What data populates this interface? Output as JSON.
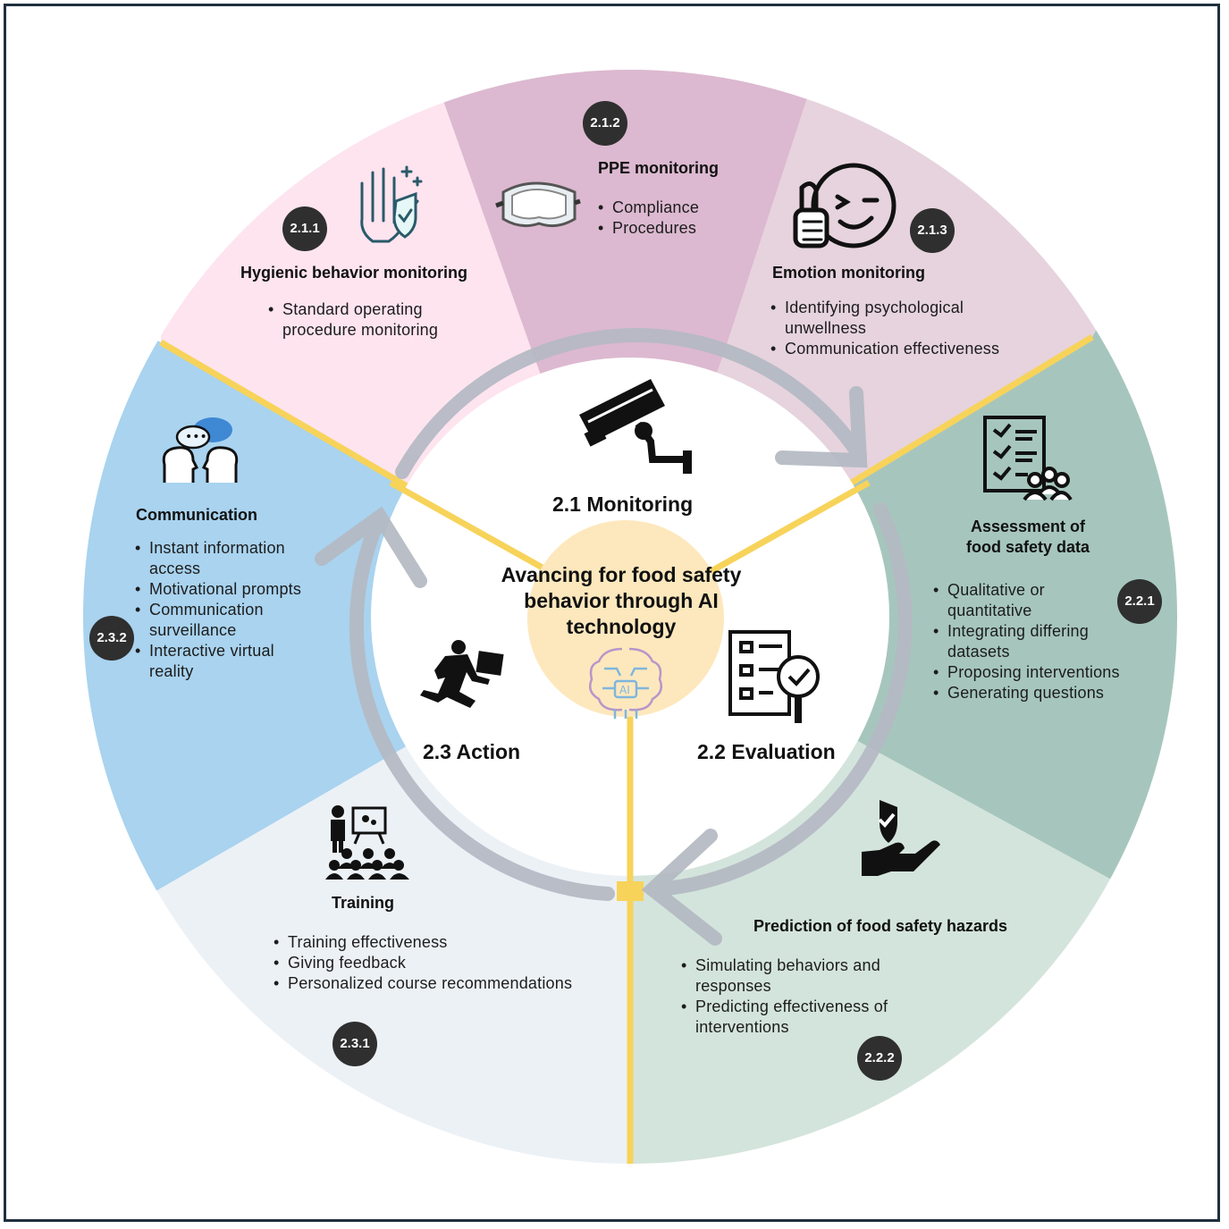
{
  "center_title": "Avancing for food safety behavior through AI technology",
  "phases": {
    "monitoring": "2.1 Monitoring",
    "evaluation": "2.2 Evaluation",
    "action": "2.3 Action"
  },
  "segments": {
    "hygienic": {
      "badge": "2.1.1",
      "title": "Hygienic behavior monitoring",
      "items": [
        "Standard operating procedure monitoring"
      ]
    },
    "ppe": {
      "badge": "2.1.2",
      "title": "PPE monitoring",
      "items": [
        "Compliance",
        "Procedures"
      ]
    },
    "emotion": {
      "badge": "2.1.3",
      "title": "Emotion monitoring",
      "items": [
        "Identifying psychological unwellness",
        "Communication effectiveness"
      ]
    },
    "assessment": {
      "badge": "2.2.1",
      "title": "Assessment of food safety data",
      "items": [
        "Qualitative or quantitative",
        "Integrating differing datasets",
        "Proposing interventions",
        "Generating questions"
      ]
    },
    "prediction": {
      "badge": "2.2.2",
      "title": "Prediction of food safety hazards",
      "items": [
        "Simulating behaviors and responses",
        "Predicting effectiveness of interventions"
      ]
    },
    "training": {
      "badge": "2.3.1",
      "title": "Training",
      "items": [
        "Training effectiveness",
        "Giving feedback",
        "Personalized course recommendations"
      ]
    },
    "communication": {
      "badge": "2.3.2",
      "title": "Communication",
      "items": [
        "Instant information access",
        "Motivational prompts",
        "Communication surveillance",
        "Interactive virtual reality"
      ]
    }
  },
  "center_icon_text": "AI",
  "colors": {
    "hygienic": "#fde4ef",
    "ppe": "#dcb9d0",
    "emotion": "#e6d3dd",
    "assessment": "#a6c6bd",
    "prediction": "#d3e4dc",
    "training": "#ecf1f6",
    "communication": "#a9d3ef",
    "divider": "#f7d35a",
    "cycle_arrow": "#b4b9c3",
    "center_circle": "#fde8bd",
    "badge": "#2f2f2f"
  },
  "icons": [
    "hand-hygiene-icon",
    "safety-goggles-icon",
    "emotion-face-icon",
    "checklist-team-icon",
    "shield-hand-icon",
    "training-classroom-icon",
    "conversation-heads-icon",
    "cctv-camera-icon",
    "checklist-magnifier-icon",
    "running-businessman-icon",
    "ai-brain-icon"
  ]
}
